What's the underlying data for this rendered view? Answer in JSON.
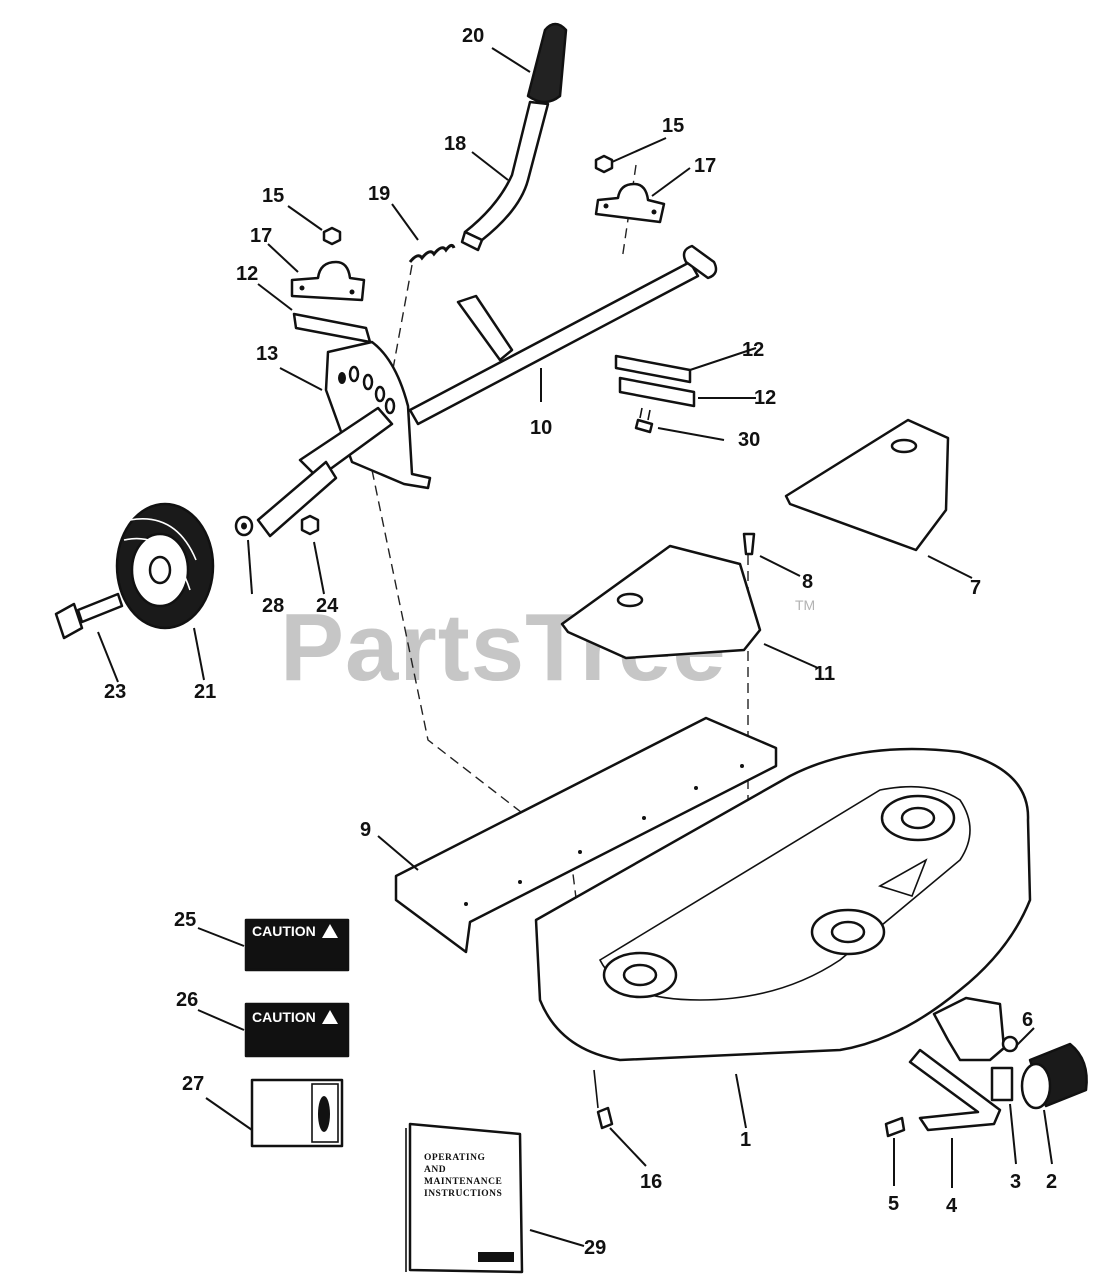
{
  "watermark": {
    "text": "PartsTree",
    "trademark": "TM"
  },
  "decals": {
    "caution_1": "CAUTION",
    "caution_2": "CAUTION"
  },
  "manual": {
    "line1": "OPERATING",
    "line2": "AND",
    "line3": "MAINTENANCE",
    "line4": "INSTRUCTIONS"
  },
  "callouts": [
    {
      "id": "c20",
      "label": "20"
    },
    {
      "id": "c18",
      "label": "18"
    },
    {
      "id": "c19",
      "label": "19"
    },
    {
      "id": "c15a",
      "label": "15"
    },
    {
      "id": "c17a",
      "label": "17"
    },
    {
      "id": "c12a",
      "label": "12"
    },
    {
      "id": "c13",
      "label": "13"
    },
    {
      "id": "c15b",
      "label": "15"
    },
    {
      "id": "c17b",
      "label": "17"
    },
    {
      "id": "c12b",
      "label": "12"
    },
    {
      "id": "c12c",
      "label": "12"
    },
    {
      "id": "c10",
      "label": "10"
    },
    {
      "id": "c30",
      "label": "30"
    },
    {
      "id": "c7",
      "label": "7"
    },
    {
      "id": "c8",
      "label": "8"
    },
    {
      "id": "c11",
      "label": "11"
    },
    {
      "id": "c28",
      "label": "28"
    },
    {
      "id": "c24",
      "label": "24"
    },
    {
      "id": "c23",
      "label": "23"
    },
    {
      "id": "c21",
      "label": "21"
    },
    {
      "id": "c9",
      "label": "9"
    },
    {
      "id": "c25",
      "label": "25"
    },
    {
      "id": "c26",
      "label": "26"
    },
    {
      "id": "c27",
      "label": "27"
    },
    {
      "id": "c6",
      "label": "6"
    },
    {
      "id": "c1",
      "label": "1"
    },
    {
      "id": "c16",
      "label": "16"
    },
    {
      "id": "c5",
      "label": "5"
    },
    {
      "id": "c4",
      "label": "4"
    },
    {
      "id": "c3",
      "label": "3"
    },
    {
      "id": "c2",
      "label": "2"
    },
    {
      "id": "c29",
      "label": "29"
    }
  ]
}
